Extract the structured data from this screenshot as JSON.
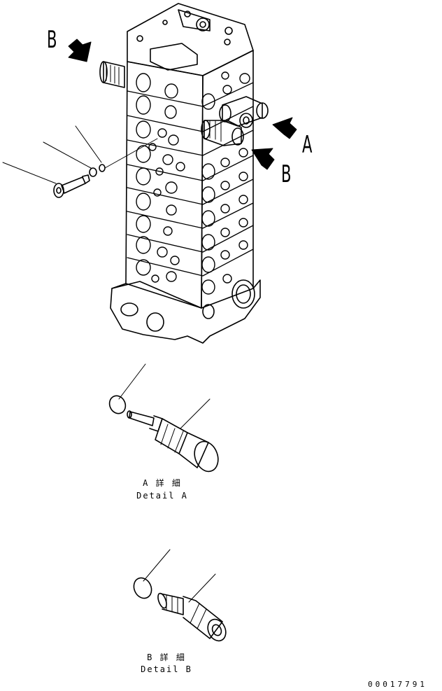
{
  "callouts": {
    "a_label": "A",
    "b_label_top": "B",
    "b_label_right": "B"
  },
  "detail_a": {
    "caption_jp": "A 詳 細",
    "caption_en": "Detail A"
  },
  "detail_b": {
    "caption_jp": "B 詳 細",
    "caption_en": "Detail B"
  },
  "document_number": "00017791",
  "colors": {
    "ink": "#000000",
    "paper": "#ffffff"
  }
}
